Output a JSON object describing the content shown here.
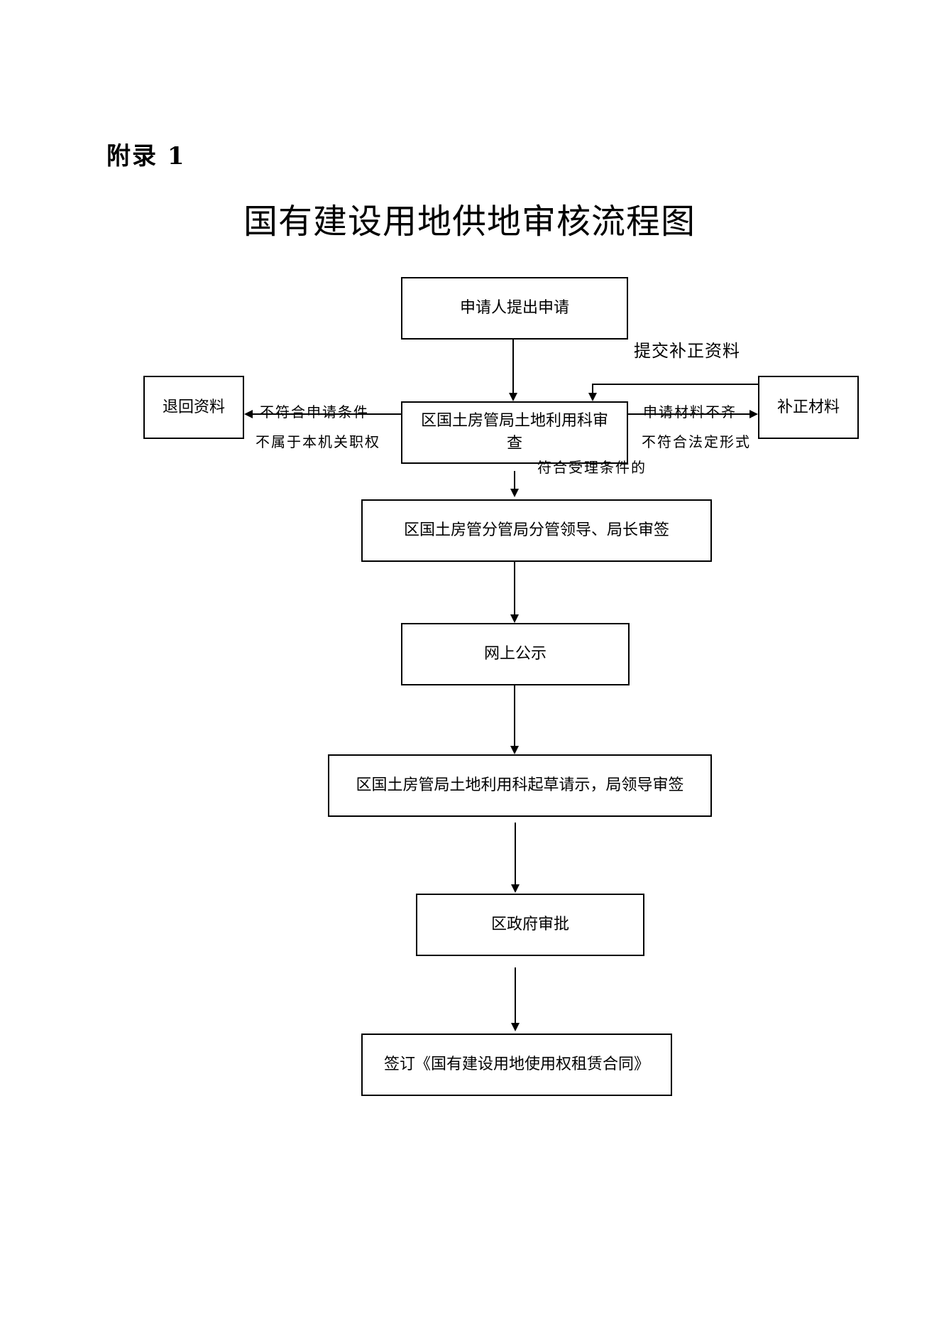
{
  "header": {
    "appendix": "附录 1",
    "title": "国有建设用地供地审核流程图"
  },
  "flow": {
    "nodes": {
      "apply": "申请人提出申请",
      "review": "区国土房管局土地利用科审查",
      "return_docs": "退回资料",
      "supplement": "补正材料",
      "leader_sign": "区国土房管分管局分管领导、局长审签",
      "publicity": "网上公示",
      "draft": "区国土房管局土地利用科起草请示，局领导审签",
      "gov_approval": "区政府审批",
      "sign_contract": "签订《国有建设用地使用权租赁合同》"
    },
    "labels": {
      "submit_supplement": "提交补正资料",
      "not_meet_1": "不符合申请条件",
      "not_meet_2": "不属于本机关职权",
      "incomplete_1": "申请材料不齐",
      "incomplete_2": "不符合法定形式",
      "meets": "符合受理条件的"
    }
  }
}
